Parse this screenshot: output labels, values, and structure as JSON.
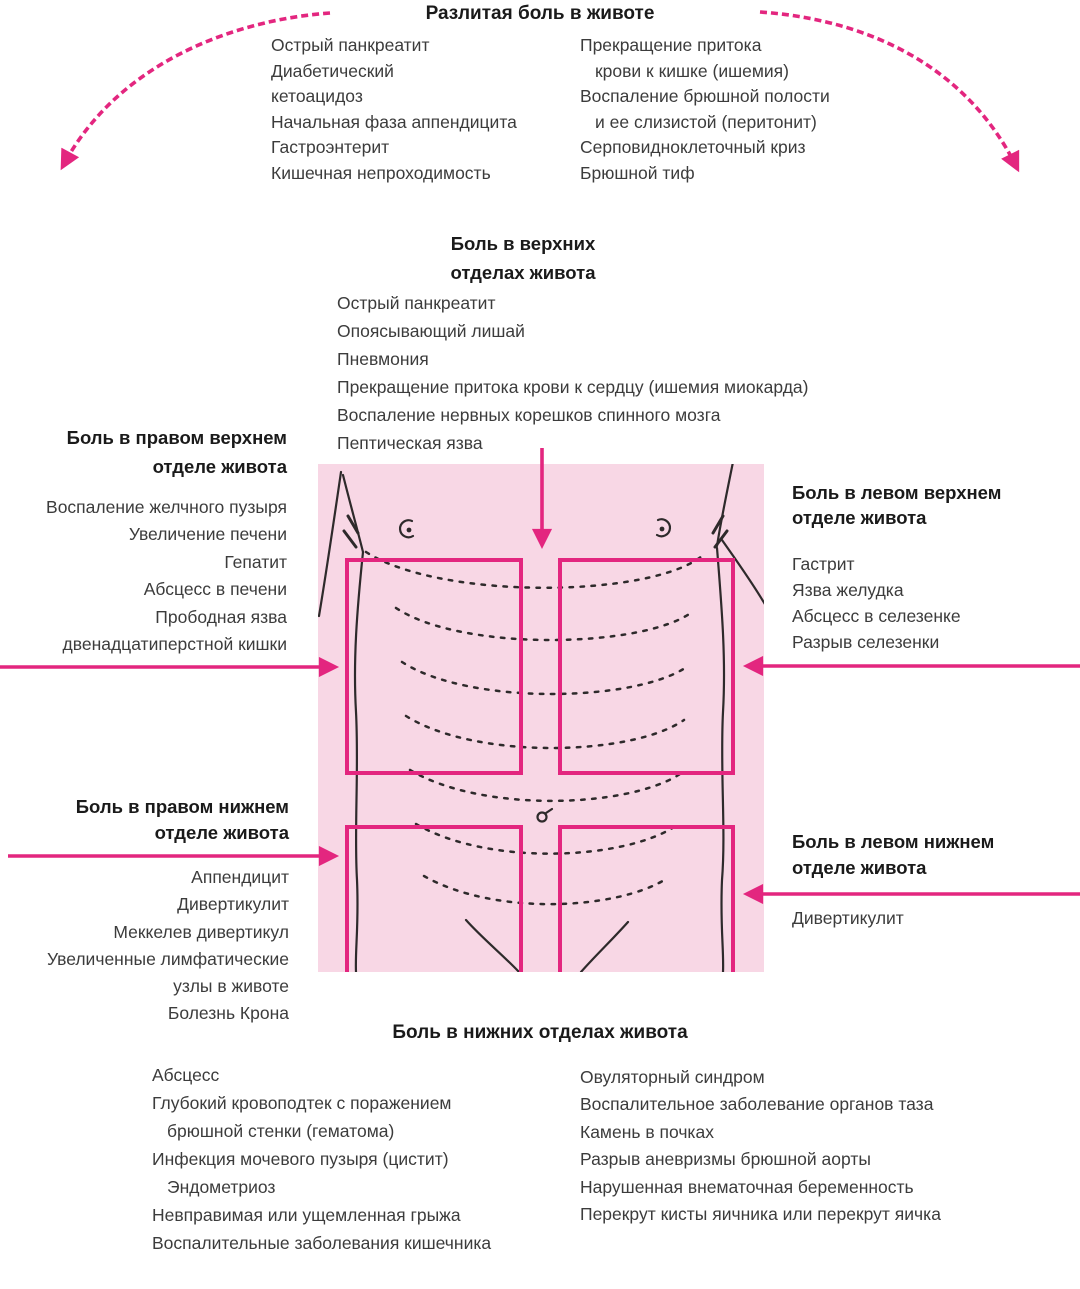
{
  "colors": {
    "accent": "#e3267f",
    "figure_bg": "#f8d7e5",
    "sketch": "#2e2a2b",
    "text": "#3c3c3c"
  },
  "sections": {
    "diffuse": {
      "title": "Разлитая боль в животе",
      "col_left": [
        "Острый панкреатит",
        "Диабетический",
        "кетоацидоз",
        "Начальная фаза аппендицита",
        "Гастроэнтерит",
        "Кишечная непроходимость"
      ],
      "col_right": [
        "Прекращение притока",
        "крови к кишке (ишемия)",
        "Воспаление брюшной полости",
        "и ее слизистой (перитонит)",
        "Серповидноклеточный криз",
        "Брюшной тиф"
      ]
    },
    "upper_abdomen": {
      "title_line1": "Боль в верхних",
      "title_line2": "отделах живота",
      "items": [
        "Острый панкреатит",
        "Опоясывающий лишай",
        "Пневмония",
        "Прекращение притока крови к сердцу (ишемия миокарда)",
        "Воспаление нервных корешков спинного мозга",
        "Пептическая язва"
      ]
    },
    "right_upper_quadrant": {
      "title_line1": "Боль в правом верхнем",
      "title_line2": "отделе живота",
      "items": [
        "Воспаление желчного пузыря",
        "Увеличение печени",
        "Гепатит",
        "Абсцесс в печени",
        "Прободная язва",
        "двенадцатиперстной кишки"
      ]
    },
    "left_upper_quadrant": {
      "title_line1": "Боль в левом верхнем",
      "title_line2": "отделе живота",
      "items": [
        "Гастрит",
        "Язва желудка",
        "Абсцесс в селезенке",
        "Разрыв селезенки"
      ]
    },
    "right_lower_quadrant": {
      "title_line1": "Боль в правом нижнем",
      "title_line2": "отделе живота",
      "items": [
        "Аппендицит",
        "Дивертикулит",
        "Меккелев дивертикул",
        "Увеличенные лимфатические",
        "узлы в животе",
        "Болезнь Крона"
      ]
    },
    "left_lower_quadrant": {
      "title_line1": "Боль в левом нижнем",
      "title_line2": "отделе живота",
      "items": [
        "Дивертикулит"
      ]
    },
    "lower_abdomen": {
      "title": "Боль в нижних отделах живота",
      "col_left": [
        "Абсцесс",
        "Глубокий кровоподтек с поражением",
        "брюшной стенки (гематома)",
        "Инфекция мочевого пузыря (цистит)",
        "Эндометриоз",
        "Невправимая или ущемленная грыжа",
        "Воспалительные заболевания кишечника"
      ],
      "col_right": [
        "Овуляторный синдром",
        "Воспалительное заболевание органов таза",
        "Камень в почках",
        "Разрыв аневризмы брюшной аорты",
        "Нарушенная внематочная беременность",
        "Перекрут кисты яичника или перекрут яичка"
      ]
    }
  }
}
